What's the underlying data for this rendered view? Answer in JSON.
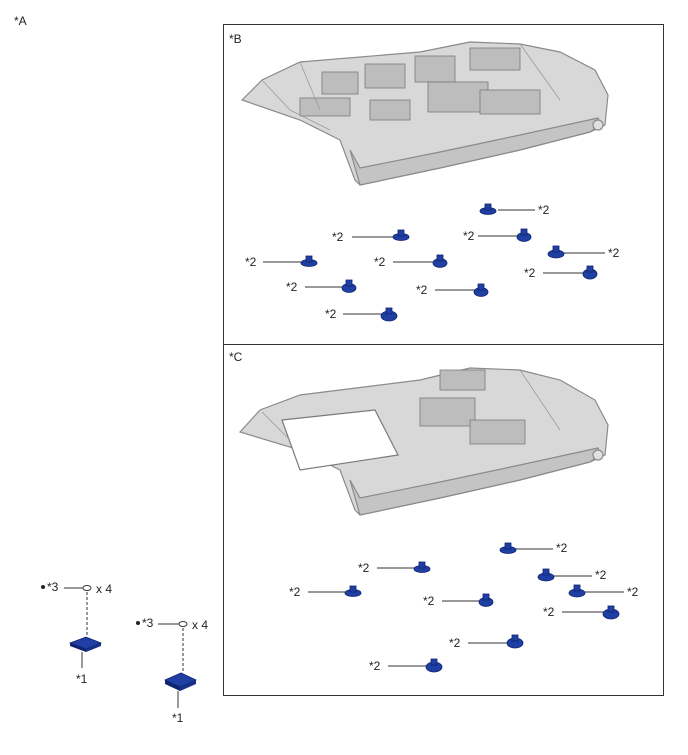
{
  "labels": {
    "view_a": "*A",
    "view_b": "*B",
    "view_c": "*C",
    "clip": "*2",
    "part1": "*1",
    "part3": "*3",
    "qty": "x 4"
  },
  "colors": {
    "clip_blue": "#1f3fa3",
    "clip_dark": "#0f2470",
    "roof_fill": "#d8d8d8",
    "roof_edge": "#888888",
    "line": "#333333"
  }
}
